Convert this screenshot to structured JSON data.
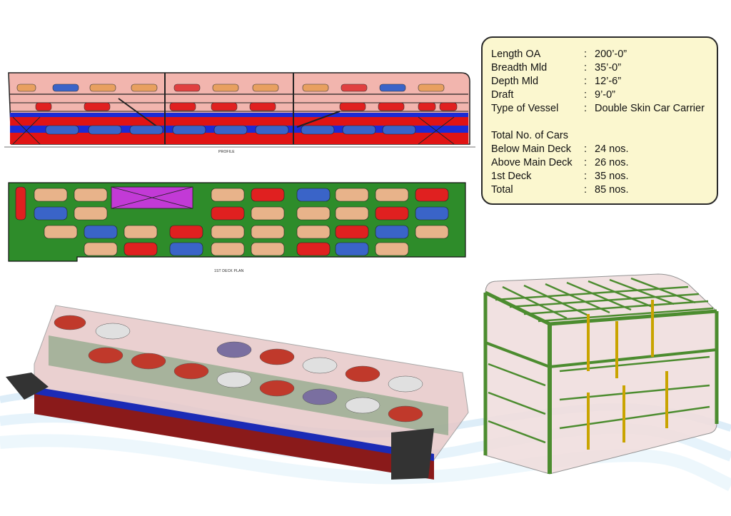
{
  "colors": {
    "hull_fill": "#f2b5ae",
    "deck_blue": "#1b2bd6",
    "deck_red": "#e01414",
    "deck_green": "#2e8c2a",
    "frame_green": "#4c8c2f",
    "box_fill": "#fbf7cf"
  },
  "drawings": {
    "profile_caption": "PROFILE",
    "profile_scale_caption": "",
    "plan_caption": "1ST DECK PLAN"
  },
  "specs": {
    "rows": [
      {
        "label": "Length OA",
        "sep": ":",
        "value": "200’-0”"
      },
      {
        "label": "Breadth Mld",
        "sep": ":",
        "value": "35’-0”"
      },
      {
        "label": "Depth Mld",
        "sep": ":",
        "value": "12’-6”"
      },
      {
        "label": "Draft",
        "sep": ":",
        "value": "9’-0”"
      },
      {
        "label": "Type of Vessel",
        "sep": ":",
        "value": "Double Skin Car Carrier"
      }
    ],
    "cars_heading": "Total No. of Cars",
    "cars": [
      {
        "label": "Below Main Deck",
        "sep": ":",
        "value": "24 nos."
      },
      {
        "label": "Above Main Deck",
        "sep": ":",
        "value": "26 nos."
      },
      {
        "label": "1st Deck",
        "sep": ":",
        "value": "35 nos."
      },
      {
        "label": "Total",
        "sep": ":",
        "value": "85 nos."
      }
    ]
  }
}
